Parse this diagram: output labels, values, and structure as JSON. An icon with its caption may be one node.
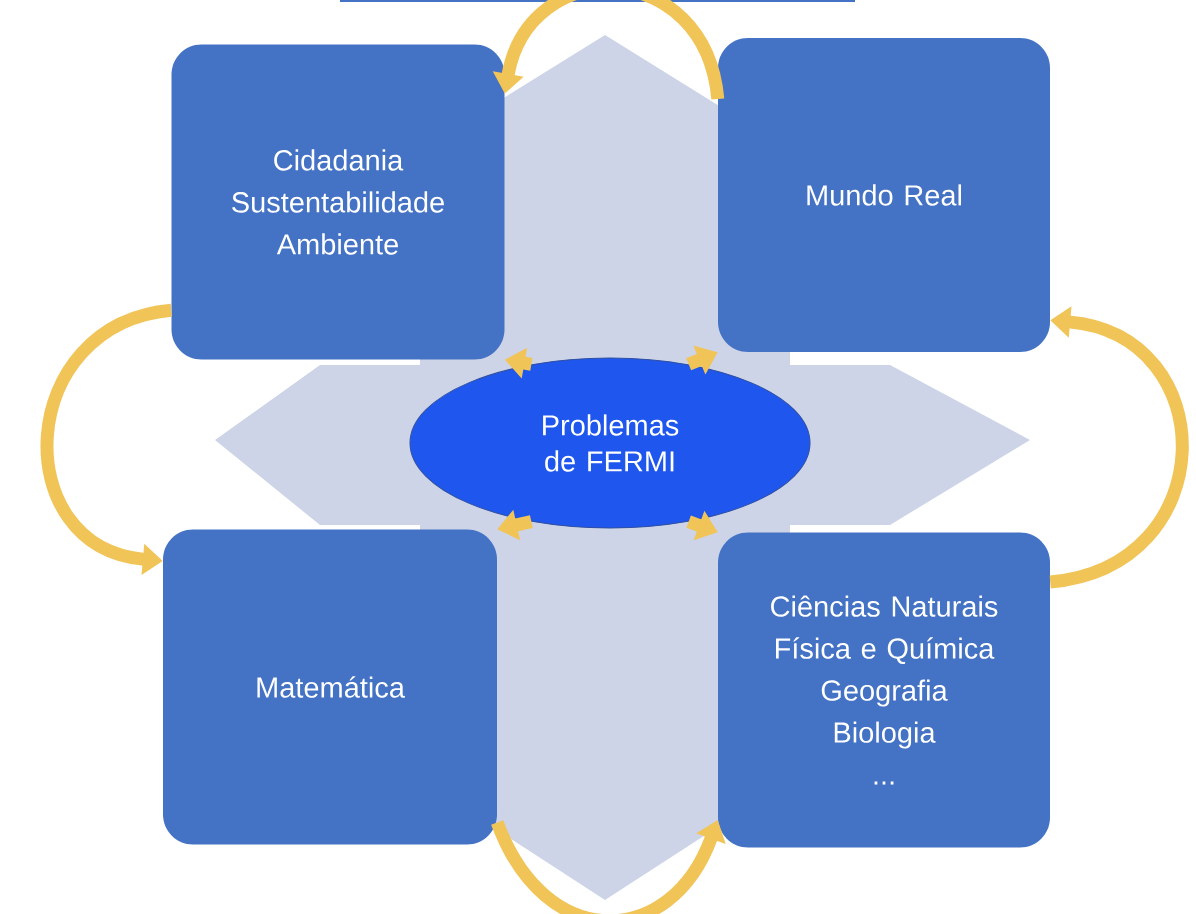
{
  "diagram": {
    "nodes": [
      {
        "text": [
          "Cidadania",
          "Sustentabilidade",
          "Ambiente"
        ]
      },
      {
        "text": [
          "Mundo Real"
        ]
      },
      {
        "text": [
          "Problemas de FERMI"
        ]
      },
      {
        "text": [
          "Matemática"
        ]
      },
      {
        "text": [
          "Ciências Naturais",
          "Física e Química",
          "Geografia",
          "Biologia",
          "..."
        ]
      }
    ],
    "edges": [
      {
        "from": 1,
        "to": 0,
        "arrow": "to"
      },
      {
        "from": 0,
        "to": 3,
        "arrow": "to"
      },
      {
        "from": 3,
        "to": 4,
        "arrow": "to"
      },
      {
        "from": 4,
        "to": 1,
        "arrow": "to"
      },
      {
        "from": 2,
        "to": 0,
        "arrow": "to"
      },
      {
        "from": 2,
        "to": 1,
        "arrow": "to"
      },
      {
        "from": 2,
        "to": 3,
        "arrow": "to"
      },
      {
        "from": 2,
        "to": 4,
        "arrow": "to"
      }
    ]
  }
}
